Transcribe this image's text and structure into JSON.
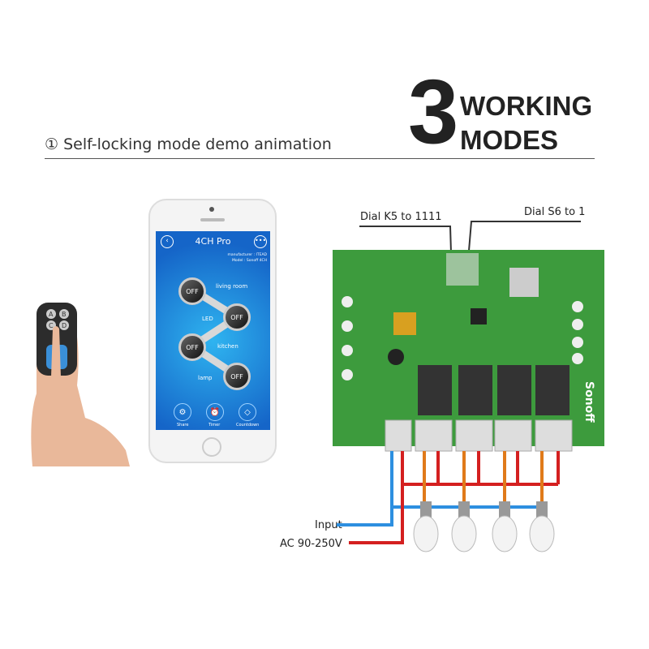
{
  "header": {
    "subtitle": "① Self-locking mode demo animation",
    "big_number": "3",
    "title_line1": "WORKING",
    "title_line2": "MODES"
  },
  "phone_app": {
    "title": "4CH Pro",
    "manufacturer": "manufacturer : ITEAD",
    "model": "Model : Sonoff 4CH",
    "channels": [
      {
        "name": "living room",
        "state": "OFF"
      },
      {
        "name": "LED",
        "state": "OFF"
      },
      {
        "name": "kitchen",
        "state": "OFF"
      },
      {
        "name": "lamp",
        "state": "OFF"
      }
    ],
    "tabs": [
      {
        "label": "Share",
        "icon": "gear-icon"
      },
      {
        "label": "Timer",
        "icon": "alarm-clock-icon"
      },
      {
        "label": "Countdown",
        "icon": "tag-icon"
      }
    ]
  },
  "remote": {
    "buttons": [
      "A",
      "B",
      "C",
      "D"
    ]
  },
  "annotations": {
    "dial_k5": "Dial K5 to 1111",
    "dial_s6": "Dial S6 to 1",
    "input": "Input",
    "ac": "AC 90-250V"
  },
  "board": {
    "brand": "Sonoff"
  },
  "colors": {
    "pcb": "#3d9b3d",
    "live_wire": "#d42020",
    "neutral_wire": "#2d8fe0",
    "load_wire": "#e07a1a",
    "app_blue": "#1a7ee0"
  }
}
